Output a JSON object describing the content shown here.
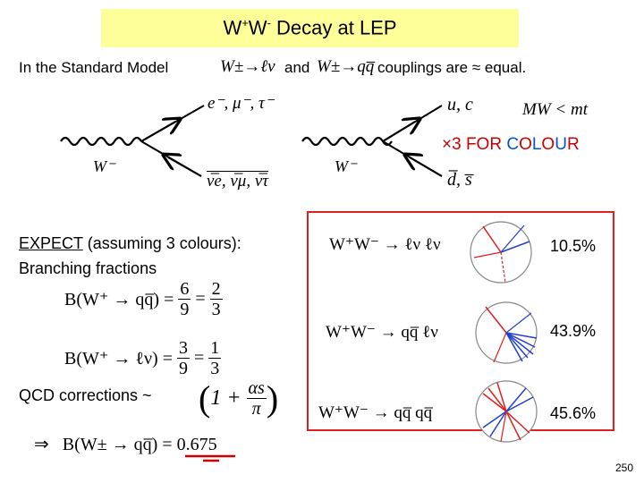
{
  "title": {
    "prefix": "W",
    "sup1": "+",
    "mid": "W",
    "sup2": "-",
    "suffix": " Decay at LEP"
  },
  "intro": {
    "lead": "In the Standard Model",
    "lep_coupling": "W±→ℓν",
    "and": "and",
    "quark_coupling": "W±→qq̅",
    "tail": "couplings are ≈ equal."
  },
  "diagrams": {
    "lepton": {
      "boson": "W⁻",
      "top": "e⁻, μ⁻, τ⁻",
      "bottom": "ν̅e, ν̅μ, ν̅τ"
    },
    "quark": {
      "boson": "W⁻",
      "top": "u, c",
      "bottom": "d̅, s̅"
    },
    "mass_condition": "MW < mt",
    "colour": {
      "prefix": "×3 FOR ",
      "letters": [
        "C",
        "O",
        "L",
        "O",
        "U",
        "R"
      ]
    }
  },
  "expect": {
    "line1_u": "EXPECT",
    "line1_rest": " (assuming 3 colours):",
    "line2": "Branching fractions"
  },
  "branching": [
    {
      "lhs": "B(W⁺ → qq̅) =",
      "f1_num": "6",
      "f1_den": "9",
      "f2_num": "2",
      "f2_den": "3"
    },
    {
      "lhs": "B(W⁺ → ℓν) =",
      "f1_num": "3",
      "f1_den": "9",
      "f2_num": "1",
      "f2_den": "3"
    }
  ],
  "qcd": {
    "label": "QCD corrections ~",
    "one_plus": "1 +",
    "num": "αs",
    "den": "π"
  },
  "final": {
    "arrow": "⇒",
    "lhs": "B(W± → qq̅) =",
    "value": "0.675"
  },
  "channels": [
    {
      "formula": "W⁺W⁻ → ℓν ℓν",
      "pct": "10.5%"
    },
    {
      "formula": "W⁺W⁻ → qq̅ ℓν",
      "pct": "43.9%"
    },
    {
      "formula": "W⁺W⁻ → qq̅ qq̅",
      "pct": "45.6%"
    }
  ],
  "colors": {
    "title_bg": "#ffff99",
    "panel_border": "#e02020",
    "accent_blue": "#0055cc",
    "accent_red": "#cc0000"
  },
  "page_number": "250"
}
